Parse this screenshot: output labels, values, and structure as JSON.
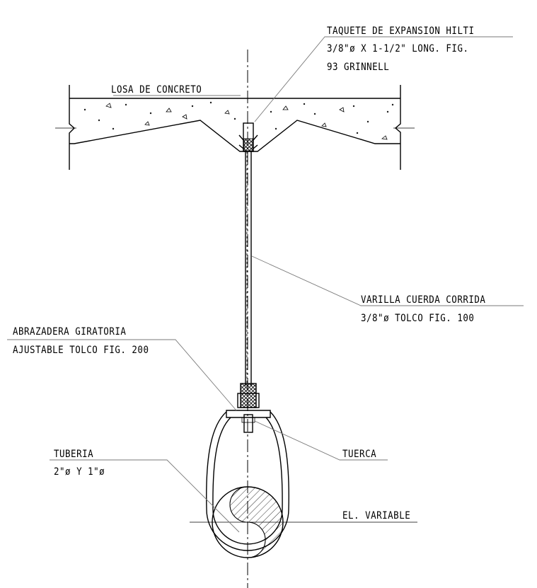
{
  "labels": {
    "anchor_line1": "TAQUETE DE EXPANSION HILTI",
    "anchor_line2": "3/8\"ø X 1-1/2\" LONG. FIG.",
    "anchor_line3": "93 GRINNELL",
    "slab": "LOSA DE CONCRETO",
    "rod_line1": "VARILLA CUERDA CORRIDA",
    "rod_line2": "3/8\"ø TOLCO FIG. 100",
    "clamp_line1": "ABRAZADERA GIRATORIA",
    "clamp_line2": "AJUSTABLE TOLCO FIG. 200",
    "nut": "TUERCA",
    "pipe_line1": "TUBERIA",
    "pipe_line2": "2\"ø Y 1\"ø",
    "elevation": "EL. VARIABLE"
  }
}
